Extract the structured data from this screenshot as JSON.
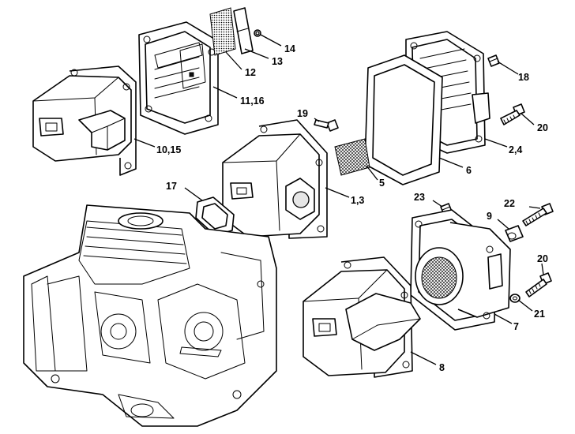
{
  "callouts": [
    {
      "id": "c14",
      "text": "14"
    },
    {
      "id": "c13",
      "text": "13"
    },
    {
      "id": "c12",
      "text": "12"
    },
    {
      "id": "c1116",
      "text": "11,16"
    },
    {
      "id": "c1015",
      "text": "10,15"
    },
    {
      "id": "c18",
      "text": "18"
    },
    {
      "id": "c19",
      "text": "19"
    },
    {
      "id": "c20a",
      "text": "20"
    },
    {
      "id": "c24",
      "text": "2,4"
    },
    {
      "id": "c6",
      "text": "6"
    },
    {
      "id": "c5",
      "text": "5"
    },
    {
      "id": "c13b",
      "text": "1,3"
    },
    {
      "id": "c17",
      "text": "17"
    },
    {
      "id": "c23",
      "text": "23"
    },
    {
      "id": "c22",
      "text": "22"
    },
    {
      "id": "c9",
      "text": "9"
    },
    {
      "id": "c20b",
      "text": "20"
    },
    {
      "id": "c21",
      "text": "21"
    },
    {
      "id": "c7",
      "text": "7"
    },
    {
      "id": "c8",
      "text": "8"
    }
  ]
}
